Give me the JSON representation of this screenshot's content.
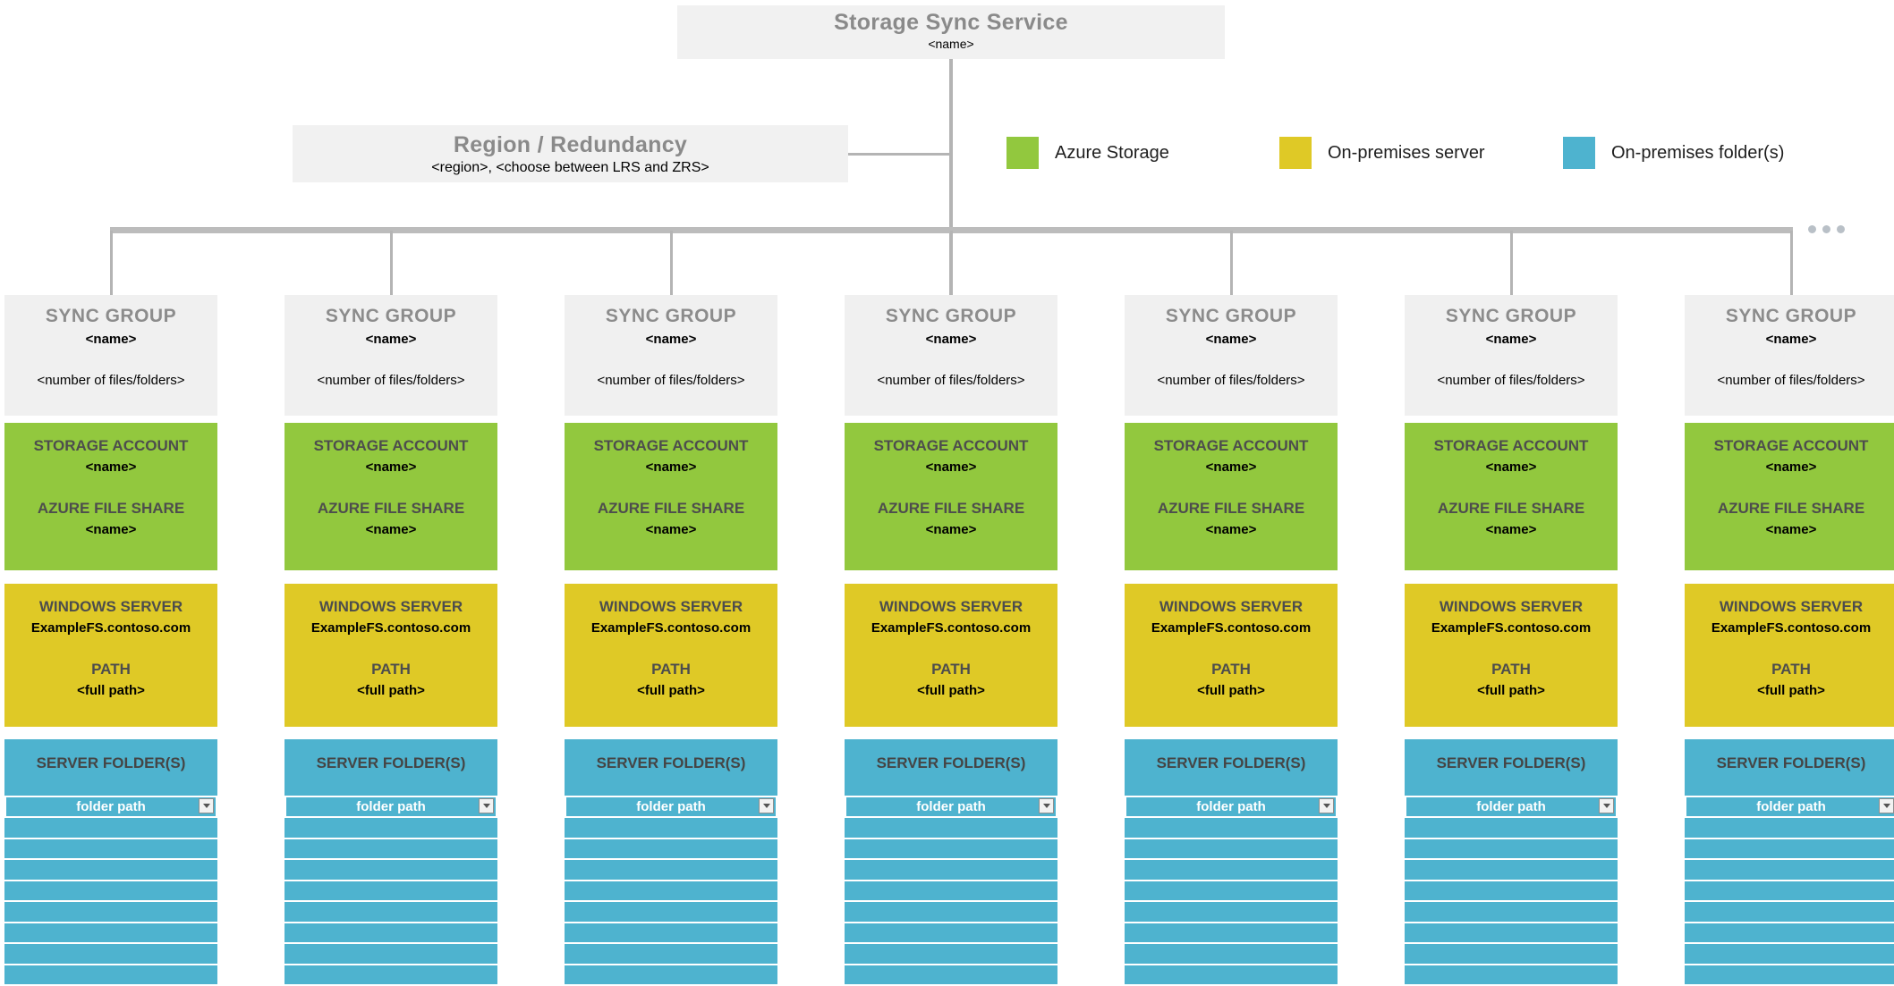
{
  "service_box": {
    "title": "Storage Sync Service",
    "subtitle": "<name>"
  },
  "region_box": {
    "title": "Region / Redundancy",
    "subtitle": "<region>, <choose between LRS and ZRS>"
  },
  "legend": {
    "items": [
      {
        "label": "Azure Storage",
        "color": "#92C83E"
      },
      {
        "label": "On-premises server",
        "color": "#DFC926"
      },
      {
        "label": "On-premises folder(s)",
        "color": "#4EB3CF"
      }
    ]
  },
  "sync_group": {
    "count": 7,
    "header": {
      "title": "SYNC GROUP",
      "name": "<name>",
      "files": "<number of files/folders>"
    },
    "storage": {
      "account_label": "STORAGE ACCOUNT",
      "account_name": "<name>",
      "share_label": "AZURE FILE SHARE",
      "share_name": "<name>"
    },
    "server": {
      "label": "WINDOWS SERVER",
      "name": "ExampleFS.contoso.com",
      "path_label": "PATH",
      "path_value": "<full path>"
    },
    "folders": {
      "label": "SERVER FOLDER(S)",
      "input_value": "folder path",
      "empty_rows": 8
    }
  },
  "colors": {
    "azure_green": "#92C83E",
    "server_yellow": "#DFC926",
    "folder_teal": "#4EB3CF",
    "box_gray": "#f1f1f1",
    "connector_gray": "#b4b4b4",
    "title_gray": "#8a8a8a"
  }
}
